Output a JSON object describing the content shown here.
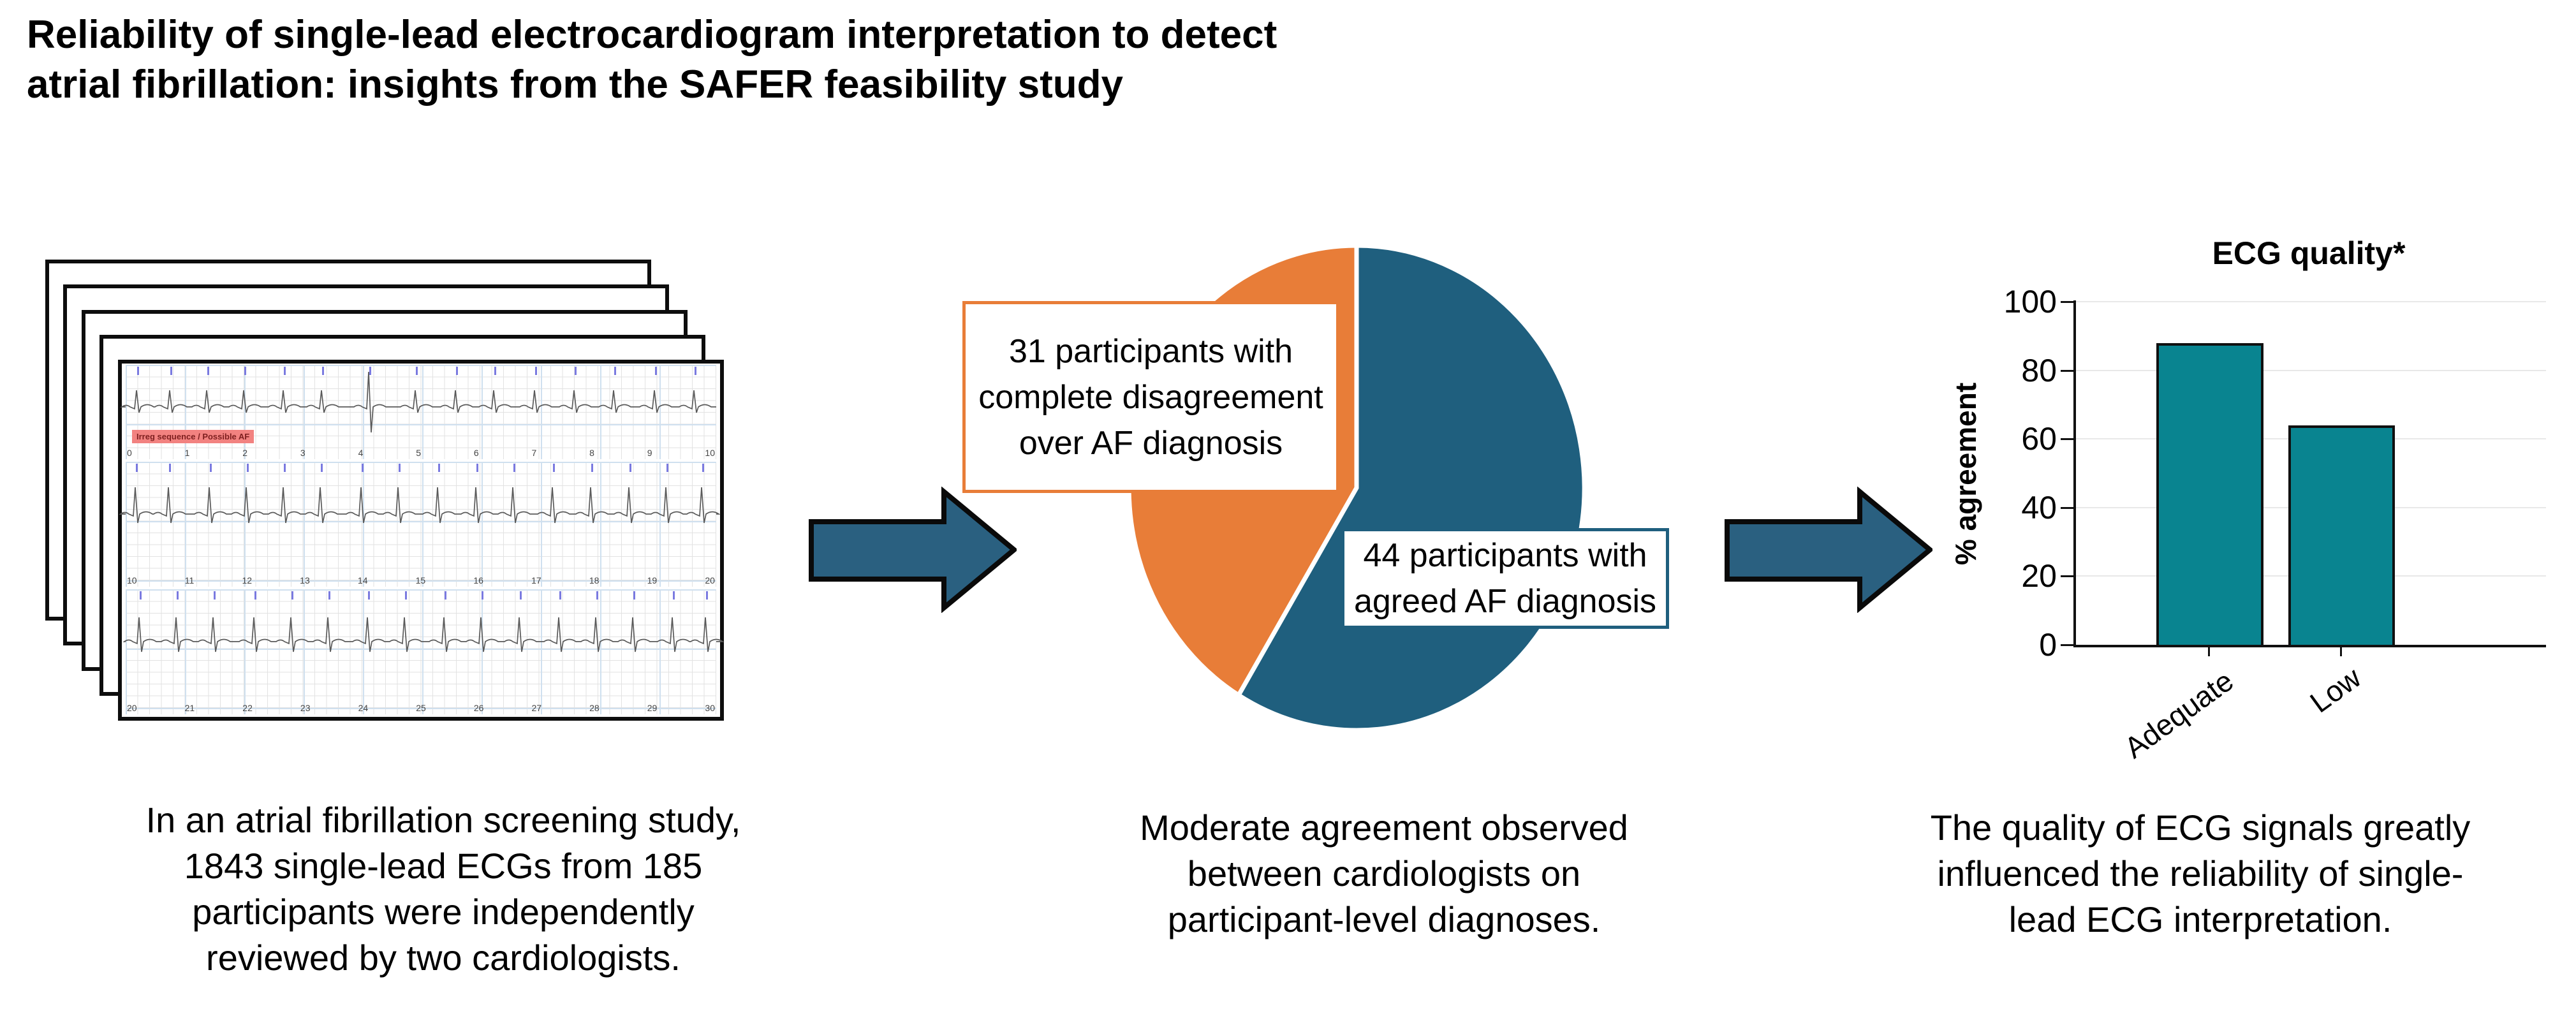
{
  "page_title": {
    "lines": [
      "Reliability of single-lead electrocardiogram interpretation to detect",
      "atrial fibrillation: insights from the SAFER feasibility study"
    ]
  },
  "ecg": {
    "alert_label": "Irreg sequence / Possible AF",
    "strips": [
      {
        "numbers": [
          "0",
          "1",
          "2",
          "3",
          "4",
          "5",
          "6",
          "7",
          "8",
          "9",
          "10"
        ]
      },
      {
        "numbers": [
          "10",
          "11",
          "12",
          "13",
          "14",
          "15",
          "16",
          "17",
          "18",
          "19",
          "20"
        ]
      },
      {
        "numbers": [
          "20",
          "21",
          "22",
          "23",
          "24",
          "25",
          "26",
          "27",
          "28",
          "29",
          "30"
        ]
      }
    ]
  },
  "pie_labels": {
    "disagreement": {
      "lines": [
        "31 participants with",
        "complete disagreement",
        "over AF diagnosis"
      ]
    },
    "agreed": {
      "lines": [
        "44 participants with",
        "agreed AF diagnosis"
      ]
    }
  },
  "captions": [
    {
      "lines": [
        "In an atrial fibrillation screening study,",
        "1843 single-lead ECGs from 185",
        "participants were independently",
        "reviewed by two cardiologists."
      ]
    },
    {
      "lines": [
        "Moderate agreement observed",
        "between cardiologists on",
        "participant-level diagnoses."
      ]
    },
    {
      "lines": [
        "The quality of ECG signals greatly",
        "influenced the reliability of single-",
        "lead ECG interpretation."
      ]
    }
  ],
  "chart_data": [
    {
      "type": "pie",
      "labels": [
        "44 participants with agreed AF diagnosis",
        "31 participants with complete disagreement over AF diagnosis"
      ],
      "values": [
        44,
        31
      ],
      "colors": [
        "#1F5F7E",
        "#E87D38"
      ],
      "start_angle_deg": 0,
      "direction": "clockwise",
      "legend_position": "callout-boxes"
    },
    {
      "type": "bar",
      "title": "ECG quality*",
      "categories": [
        "Adequate",
        "Low"
      ],
      "values": [
        88,
        64
      ],
      "xlabel": "",
      "ylabel": "% agreement",
      "ylim": [
        0,
        100
      ],
      "yticks": [
        0,
        20,
        40,
        60,
        80,
        100
      ],
      "bar_color": "#098490",
      "grid": "horizontal"
    }
  ],
  "colors": {
    "arrow": "#2A6080",
    "pie_blue": "#1F5F7E",
    "pie_orange": "#E87D38",
    "bar_teal": "#098490",
    "ecg_alert_bg": "#F28280",
    "ecg_alert_text": "#7E1F1F"
  }
}
